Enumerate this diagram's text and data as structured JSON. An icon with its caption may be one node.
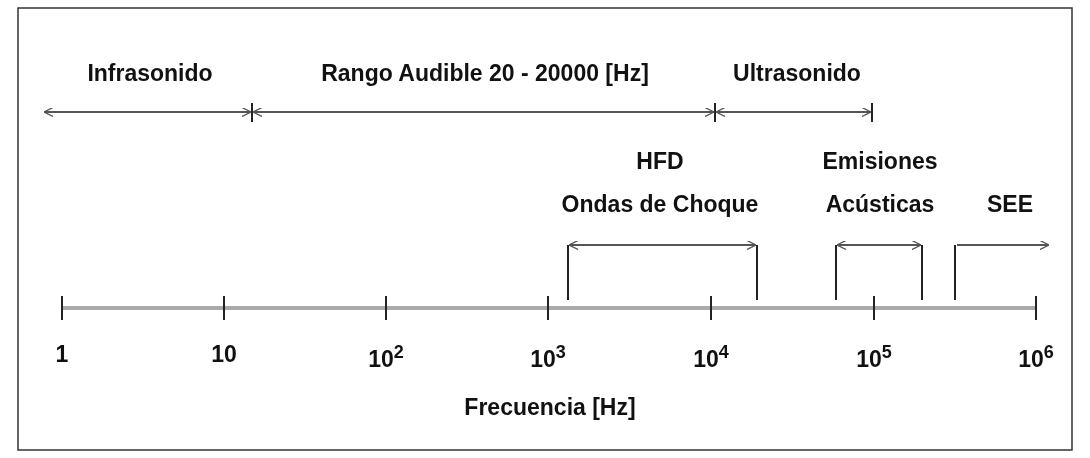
{
  "diagram": {
    "labels": [
      "Infrasonido",
      "Rango Audible 20 - 20000 [Hz]",
      "Ultrasonido",
      "HFD",
      "Emisiones",
      "Ondas de Choque",
      "Acústicas",
      "SEE",
      "1",
      "10",
      "10$^{2}$",
      "10$^{3}$",
      "10$^{4}$",
      "10$^{5}$",
      "10$^{6}$",
      "Frecuencia [Hz]"
    ]
  }
}
